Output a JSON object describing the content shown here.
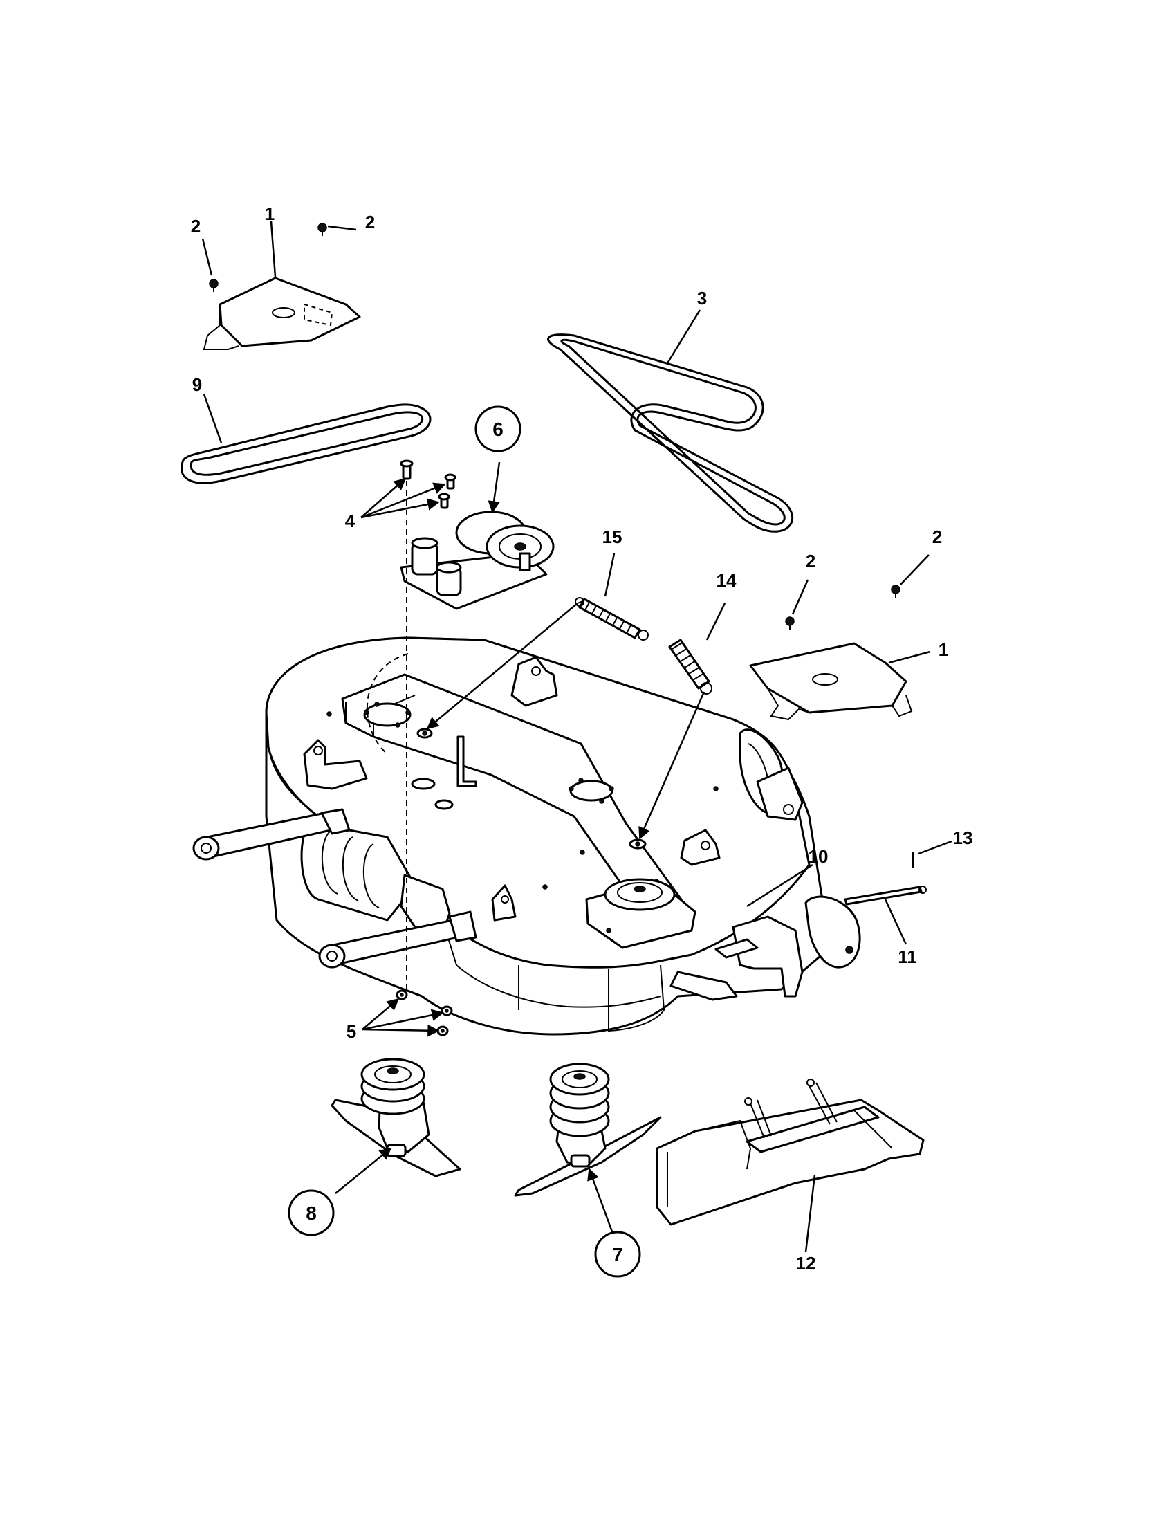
{
  "callouts": {
    "c1a": "1",
    "c1b": "1",
    "c2a": "2",
    "c2b": "2",
    "c2c": "2",
    "c2d": "2",
    "c3": "3",
    "c4": "4",
    "c5": "5",
    "c6": "6",
    "c7": "7",
    "c8": "8",
    "c9": "9",
    "c10": "10",
    "c11": "11",
    "c12": "12",
    "c13": "13",
    "c14": "14",
    "c15": "15"
  }
}
